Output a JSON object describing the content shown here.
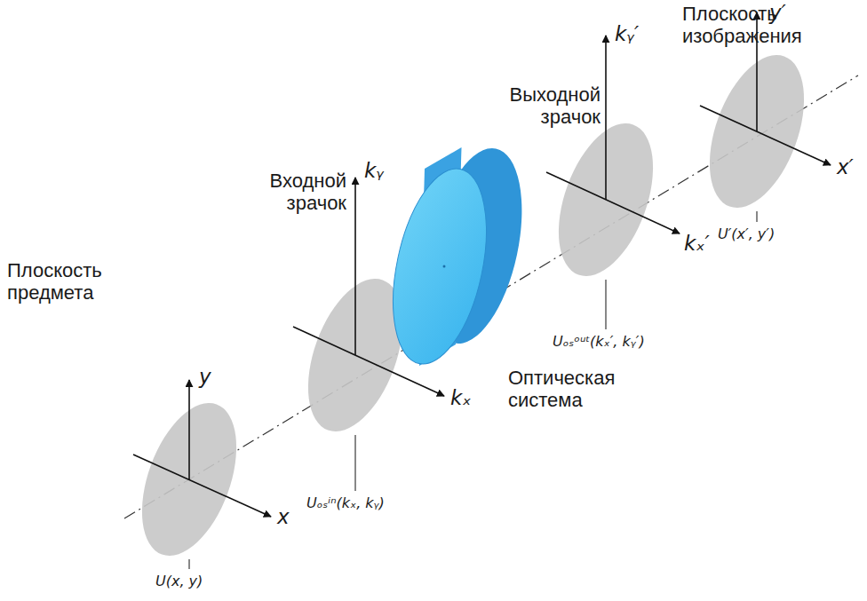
{
  "diagram": {
    "labels": [
      "Плоскость изображения",
      "y′",
      "Выходной зрачок",
      "kᵧ′",
      "x′",
      "Входной зрачок",
      "kᵧ",
      "kₓ′",
      "Uₒₛᵒᵘᵗ(kₓ′, kᵧ′)",
      "U′(x′, y′)",
      "Плоскость предмета",
      "y",
      "kₓ",
      "Оптическая система",
      "Uₒₛⁱⁿ(kₓ, kᵧ)",
      "x",
      "U(x, y)"
    ]
  }
}
